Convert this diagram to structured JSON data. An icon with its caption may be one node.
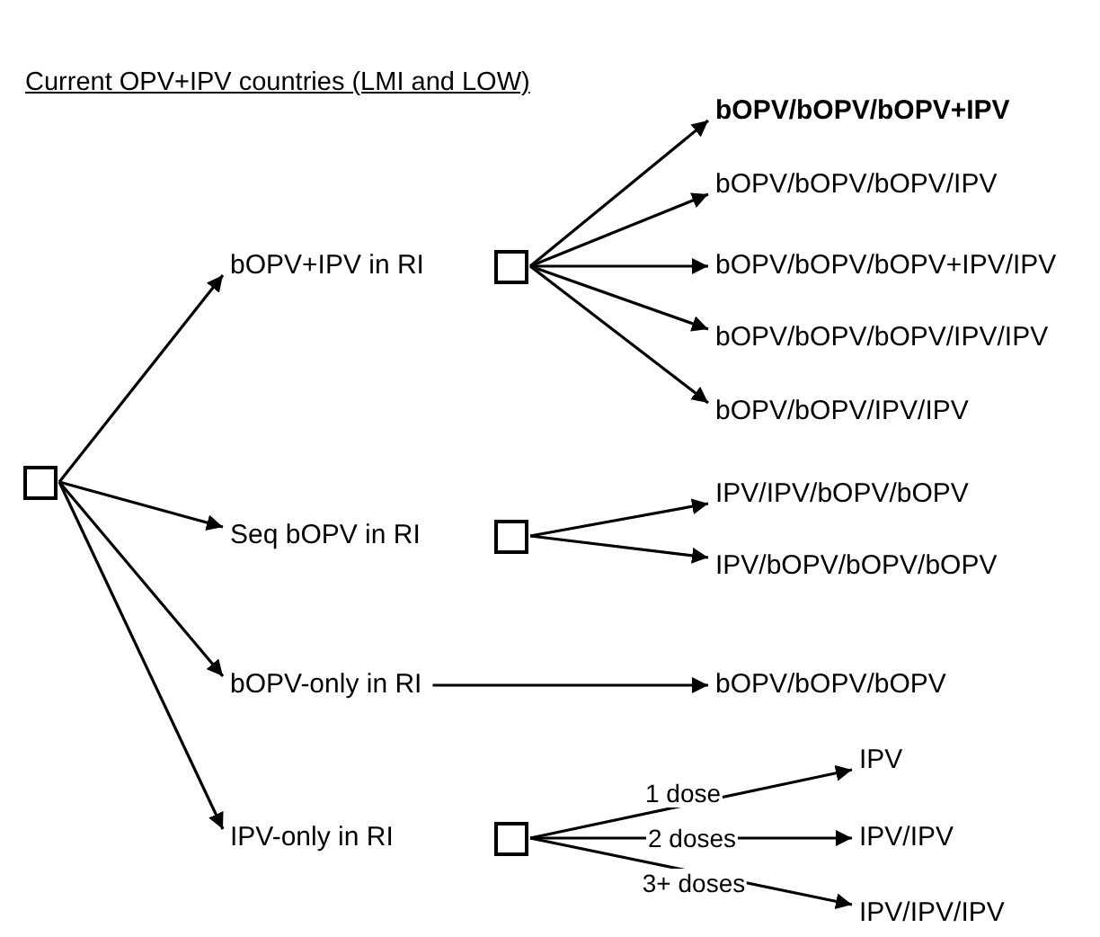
{
  "diagram": {
    "title": "Current OPV+IPV countries (LMI and LOW)",
    "nodes": [
      {
        "text": [],
        "shape": "box"
      },
      {
        "text": [
          "bOPV+IPV in RI"
        ]
      },
      {
        "text": [
          "Seq bOPV in RI"
        ]
      },
      {
        "text": [
          "bOPV-only in RI"
        ]
      },
      {
        "text": [
          "IPV-only in RI"
        ]
      },
      {
        "text": [],
        "shape": "box"
      },
      {
        "text": [
          "bOPV/bOPV/bOPV+IPV"
        ]
      },
      {
        "text": [
          "bOPV/bOPV/bOPV/IPV"
        ]
      },
      {
        "text": [
          "bOPV/bOPV/bOPV+IPV/IPV"
        ]
      },
      {
        "text": [
          "bOPV/bOPV/bOPV/IPV/IPV"
        ]
      },
      {
        "text": [
          "bOPV/bOPV/IPV/IPV"
        ]
      },
      {
        "text": [],
        "shape": "box"
      },
      {
        "text": [
          "IPV/IPV/bOPV/bOPV"
        ]
      },
      {
        "text": [
          "IPV/bOPV/bOPV/bOPV"
        ]
      },
      {
        "text": [
          "bOPV/bOPV/bOPV"
        ]
      },
      {
        "text": [],
        "shape": "box"
      },
      {
        "text": [
          "IPV"
        ]
      },
      {
        "text": [
          "IPV/IPV"
        ]
      },
      {
        "text": [
          "IPV/IPV/IPV"
        ]
      }
    ],
    "edges": [
      {
        "from": 0,
        "to": 1,
        "arrow": "to"
      },
      {
        "from": 0,
        "to": 2,
        "arrow": "to"
      },
      {
        "from": 0,
        "to": 3,
        "arrow": "to"
      },
      {
        "from": 0,
        "to": 4,
        "arrow": "to"
      },
      {
        "from": 5,
        "to": 6,
        "arrow": "to"
      },
      {
        "from": 5,
        "to": 7,
        "arrow": "to"
      },
      {
        "from": 5,
        "to": 8,
        "arrow": "to"
      },
      {
        "from": 5,
        "to": 9,
        "arrow": "to"
      },
      {
        "from": 5,
        "to": 10,
        "arrow": "to"
      },
      {
        "from": 11,
        "to": 12,
        "arrow": "to"
      },
      {
        "from": 11,
        "to": 13,
        "arrow": "to"
      },
      {
        "from": 3,
        "to": 14,
        "arrow": "to"
      },
      {
        "from": 15,
        "to": 16,
        "label": "1 dose",
        "arrow": "to"
      },
      {
        "from": 15,
        "to": 17,
        "label": "2 doses",
        "arrow": "to"
      },
      {
        "from": 15,
        "to": 18,
        "label": "3+ doses",
        "arrow": "to"
      }
    ]
  }
}
